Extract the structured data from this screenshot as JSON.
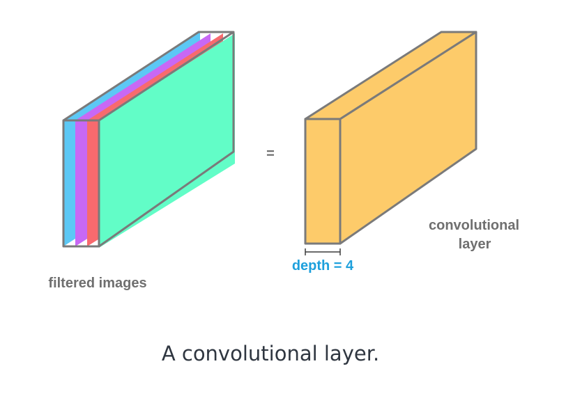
{
  "left_label": "filtered images",
  "equals_sign": "=",
  "right_label": {
    "line1": "convolutional",
    "line2": "layer"
  },
  "depth_label": "depth = 4",
  "caption": "A convolutional layer.",
  "colors": {
    "slice_1": "#5cc8f5",
    "slice_2": "#c868f5",
    "slice_3": "#f86a6e",
    "slice_4": "#62fdc7",
    "block_fill": "#fdcb6a",
    "outline": "#7a7a7a",
    "depth_accent": "#1ea0dc",
    "label_gray": "#6f6f6f",
    "caption_text": "#2f3640"
  }
}
